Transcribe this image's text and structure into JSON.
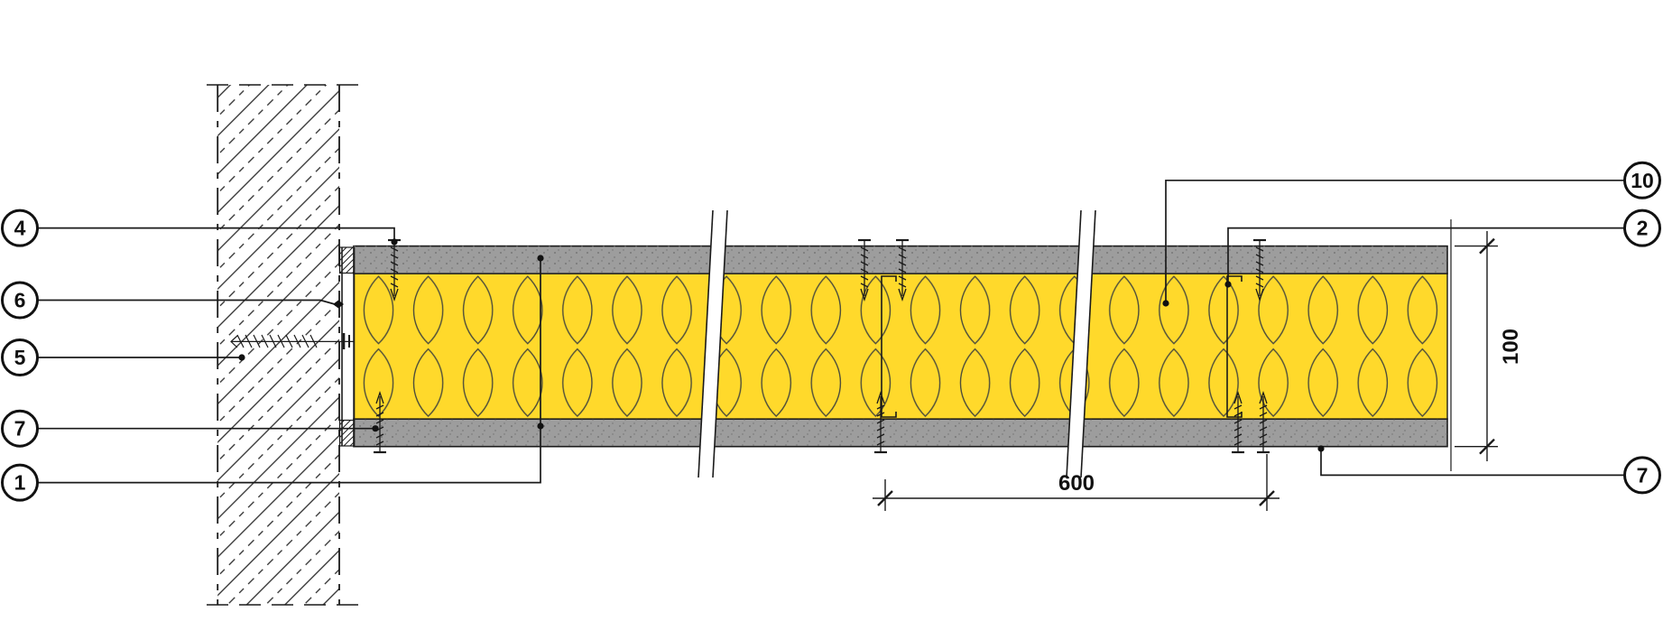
{
  "drawing": {
    "type": "construction-detail",
    "callouts_left": [
      {
        "label": "4"
      },
      {
        "label": "6"
      },
      {
        "label": "5"
      },
      {
        "label": "7"
      },
      {
        "label": "1"
      }
    ],
    "callouts_right": [
      {
        "label": "10"
      },
      {
        "label": "2"
      },
      {
        "label": "7"
      }
    ],
    "dimensions": {
      "thickness": "100",
      "stud_spacing": "600"
    },
    "colors": {
      "insulation": "#FFD92B",
      "board": "#9D9D9D",
      "line": "#1A1A1A",
      "background": "#FFFFFF"
    }
  }
}
